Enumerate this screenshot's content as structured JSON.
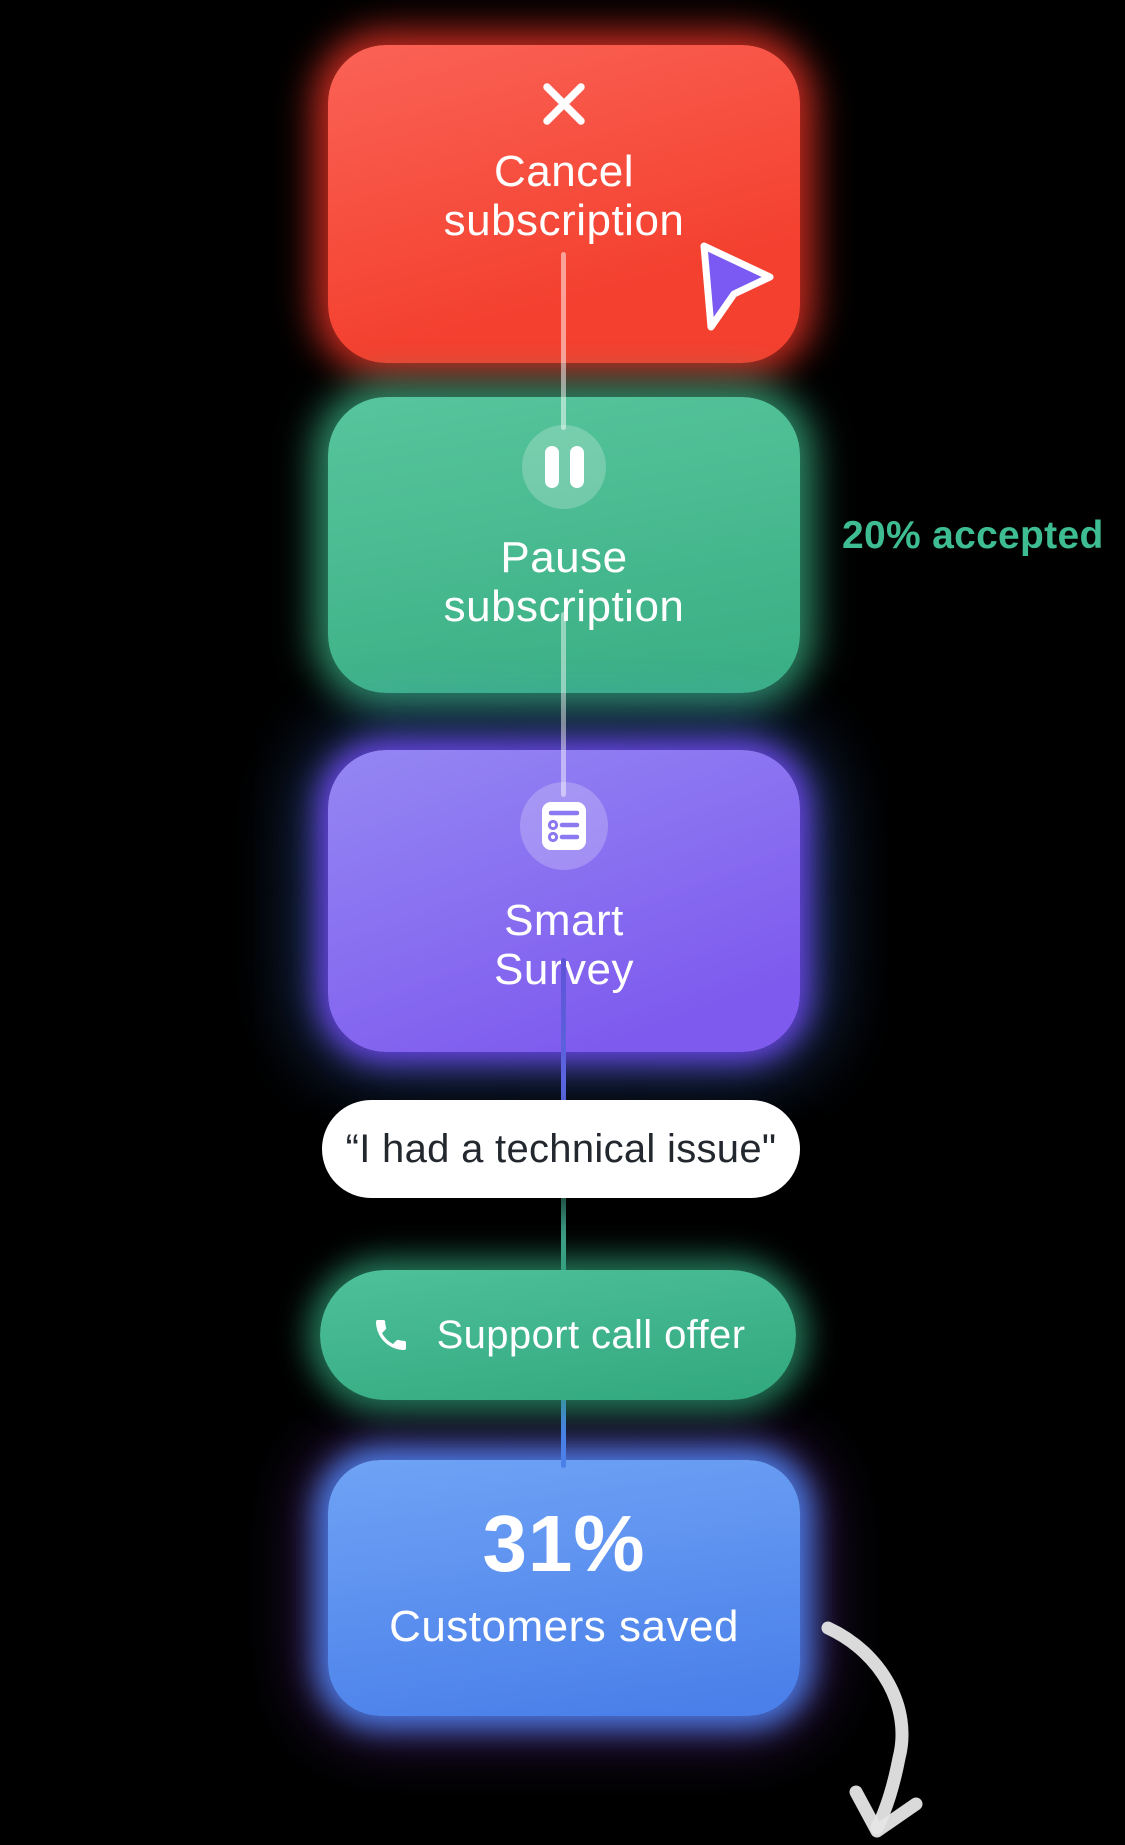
{
  "canvas": {
    "background": "#000000"
  },
  "nodes": {
    "cancel": {
      "line1": "Cancel",
      "line2": "subscription",
      "icon": "x-icon",
      "color": "#f4402f"
    },
    "pause": {
      "line1": "Pause",
      "line2": "subscription",
      "icon": "pause-icon",
      "color": "#3eb087",
      "annotation": "20% accepted",
      "annotation_color": "#3ebd92"
    },
    "survey": {
      "line1": "Smart",
      "line2": "Survey",
      "icon": "survey-icon",
      "color": "#7e5cee"
    },
    "quote": {
      "text": "“I had a technical issue\""
    },
    "support": {
      "label": "Support call offer",
      "icon": "phone-icon",
      "color": "#3bb28a"
    },
    "result": {
      "value": "31%",
      "label": "Customers saved",
      "color": "#4b82ea"
    }
  },
  "decorations": {
    "cursor": "cursor-icon",
    "arrow": "curved-arrow-icon"
  }
}
